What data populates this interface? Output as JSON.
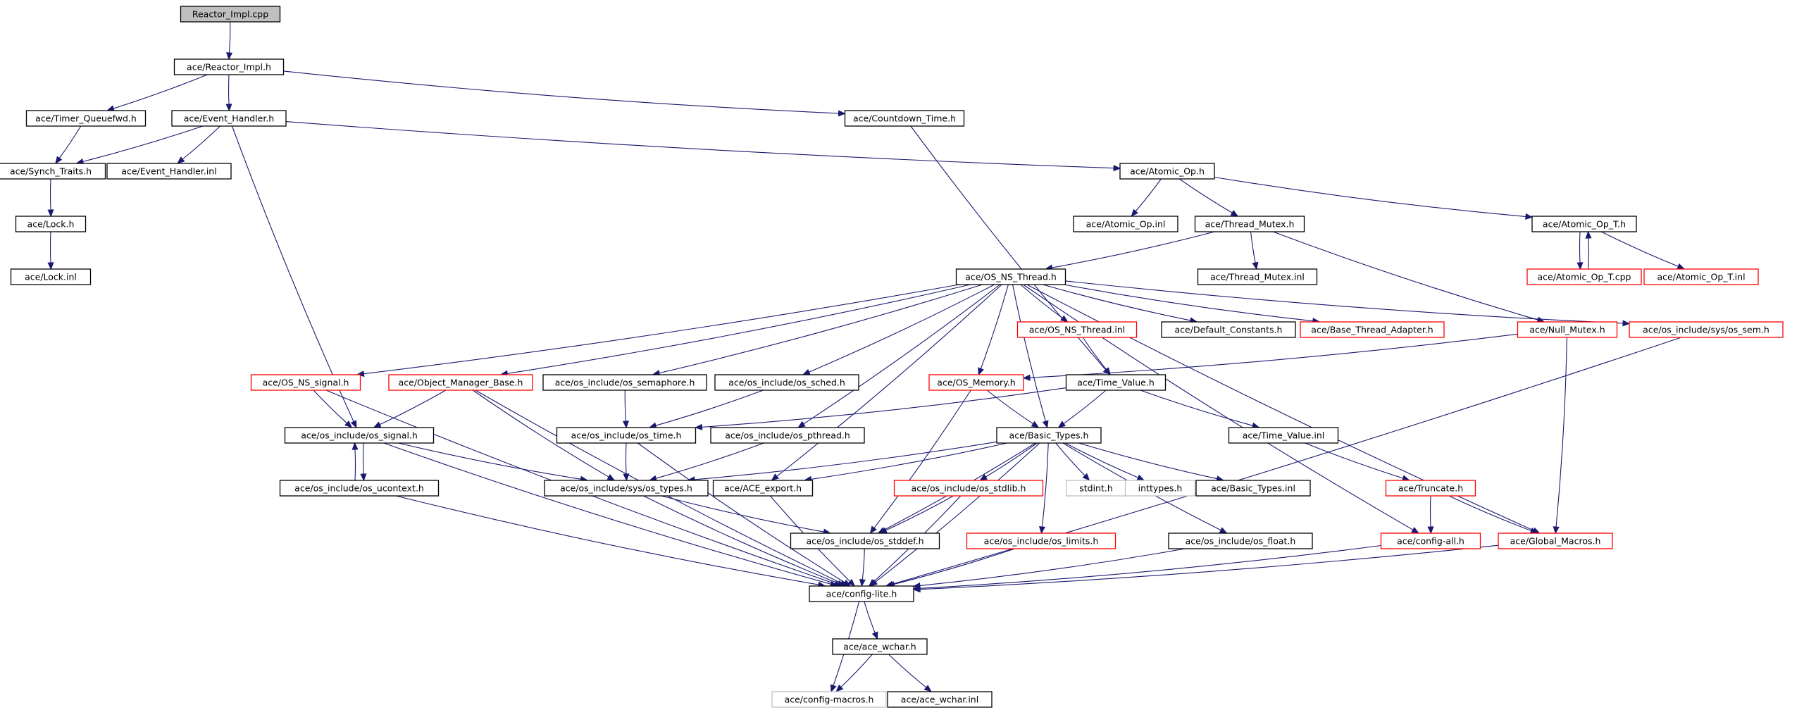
{
  "colors": {
    "edge": "#191970",
    "root_fill": "#bfbfbf",
    "normal_border": "#000000",
    "truncated_border": "#ff0000",
    "external_border": "#bfbfbf",
    "external_text": "#7f7f7f",
    "text": "#000000"
  },
  "nodes": [
    {
      "id": "reactor_impl_cpp",
      "label": "Reactor_Impl.cpp",
      "style": "root"
    },
    {
      "id": "reactor_impl_h",
      "label": "ace/Reactor_Impl.h",
      "style": "normal"
    },
    {
      "id": "timer_queuefwd_h",
      "label": "ace/Timer_Queuefwd.h",
      "style": "normal"
    },
    {
      "id": "event_handler_h",
      "label": "ace/Event_Handler.h",
      "style": "normal"
    },
    {
      "id": "countdown_time_h",
      "label": "ace/Countdown_Time.h",
      "style": "normal"
    },
    {
      "id": "synch_traits_h",
      "label": "ace/Synch_Traits.h",
      "style": "normal"
    },
    {
      "id": "event_handler_inl",
      "label": "ace/Event_Handler.inl",
      "style": "normal"
    },
    {
      "id": "atomic_op_h",
      "label": "ace/Atomic_Op.h",
      "style": "normal"
    },
    {
      "id": "lock_h",
      "label": "ace/Lock.h",
      "style": "normal"
    },
    {
      "id": "atomic_op_inl",
      "label": "ace/Atomic_Op.inl",
      "style": "normal"
    },
    {
      "id": "thread_mutex_h",
      "label": "ace/Thread_Mutex.h",
      "style": "normal"
    },
    {
      "id": "atomic_op_t_h",
      "label": "ace/Atomic_Op_T.h",
      "style": "normal"
    },
    {
      "id": "lock_inl",
      "label": "ace/Lock.inl",
      "style": "normal"
    },
    {
      "id": "os_ns_thread_h",
      "label": "ace/OS_NS_Thread.h",
      "style": "normal"
    },
    {
      "id": "thread_mutex_inl",
      "label": "ace/Thread_Mutex.inl",
      "style": "normal"
    },
    {
      "id": "atomic_op_t_cpp",
      "label": "ace/Atomic_Op_T.cpp",
      "style": "truncated"
    },
    {
      "id": "atomic_op_t_inl",
      "label": "ace/Atomic_Op_T.inl",
      "style": "truncated"
    },
    {
      "id": "os_ns_thread_inl",
      "label": "ace/OS_NS_Thread.inl",
      "style": "truncated"
    },
    {
      "id": "default_constants_h",
      "label": "ace/Default_Constants.h",
      "style": "normal"
    },
    {
      "id": "base_thread_adapter_h",
      "label": "ace/Base_Thread_Adapter.h",
      "style": "truncated"
    },
    {
      "id": "null_mutex_h",
      "label": "ace/Null_Mutex.h",
      "style": "truncated"
    },
    {
      "id": "os_include_sys_os_sem_h",
      "label": "ace/os_include/sys/os_sem.h",
      "style": "truncated"
    },
    {
      "id": "os_ns_signal_h",
      "label": "ace/OS_NS_signal.h",
      "style": "truncated"
    },
    {
      "id": "object_manager_base_h",
      "label": "ace/Object_Manager_Base.h",
      "style": "truncated"
    },
    {
      "id": "os_include_os_semaphore_h",
      "label": "ace/os_include/os_semaphore.h",
      "style": "normal"
    },
    {
      "id": "os_include_os_sched_h",
      "label": "ace/os_include/os_sched.h",
      "style": "normal"
    },
    {
      "id": "os_memory_h",
      "label": "ace/OS_Memory.h",
      "style": "truncated"
    },
    {
      "id": "time_value_h",
      "label": "ace/Time_Value.h",
      "style": "normal"
    },
    {
      "id": "os_include_os_signal_h",
      "label": "ace/os_include/os_signal.h",
      "style": "normal"
    },
    {
      "id": "os_include_os_time_h",
      "label": "ace/os_include/os_time.h",
      "style": "normal"
    },
    {
      "id": "os_include_os_pthread_h",
      "label": "ace/os_include/os_pthread.h",
      "style": "normal"
    },
    {
      "id": "basic_types_h",
      "label": "ace/Basic_Types.h",
      "style": "normal"
    },
    {
      "id": "time_value_inl",
      "label": "ace/Time_Value.inl",
      "style": "normal"
    },
    {
      "id": "os_include_os_ucontext_h",
      "label": "ace/os_include/os_ucontext.h",
      "style": "normal"
    },
    {
      "id": "os_include_sys_os_types_h",
      "label": "ace/os_include/sys/os_types.h",
      "style": "normal"
    },
    {
      "id": "ace_export_h",
      "label": "ace/ACE_export.h",
      "style": "normal"
    },
    {
      "id": "os_include_os_stdlib_h",
      "label": "ace/os_include/os_stdlib.h",
      "style": "truncated"
    },
    {
      "id": "stdint_h",
      "label": "stdint.h",
      "style": "external"
    },
    {
      "id": "inttypes_h",
      "label": "inttypes.h",
      "style": "external"
    },
    {
      "id": "basic_types_inl",
      "label": "ace/Basic_Types.inl",
      "style": "normal"
    },
    {
      "id": "truncate_h",
      "label": "ace/Truncate.h",
      "style": "truncated"
    },
    {
      "id": "os_include_os_stddef_h",
      "label": "ace/os_include/os_stddef.h",
      "style": "normal"
    },
    {
      "id": "os_include_os_limits_h",
      "label": "ace/os_include/os_limits.h",
      "style": "truncated"
    },
    {
      "id": "os_include_os_float_h",
      "label": "ace/os_include/os_float.h",
      "style": "normal"
    },
    {
      "id": "config_all_h",
      "label": "ace/config-all.h",
      "style": "truncated"
    },
    {
      "id": "global_macros_h",
      "label": "ace/Global_Macros.h",
      "style": "truncated"
    },
    {
      "id": "config_lite_h",
      "label": "ace/config-lite.h",
      "style": "normal"
    },
    {
      "id": "ace_wchar_h",
      "label": "ace/ace_wchar.h",
      "style": "normal"
    },
    {
      "id": "config_macros_h",
      "label": "ace/config-macros.h",
      "style": "external"
    },
    {
      "id": "ace_wchar_inl",
      "label": "ace/ace_wchar.inl",
      "style": "normal"
    }
  ],
  "edges": [
    [
      "reactor_impl_cpp",
      "reactor_impl_h"
    ],
    [
      "reactor_impl_h",
      "timer_queuefwd_h"
    ],
    [
      "reactor_impl_h",
      "event_handler_h"
    ],
    [
      "reactor_impl_h",
      "countdown_time_h"
    ],
    [
      "timer_queuefwd_h",
      "synch_traits_h"
    ],
    [
      "event_handler_h",
      "synch_traits_h"
    ],
    [
      "event_handler_h",
      "event_handler_inl"
    ],
    [
      "event_handler_h",
      "atomic_op_h"
    ],
    [
      "event_handler_h",
      "os_include_os_signal_h"
    ],
    [
      "synch_traits_h",
      "lock_h"
    ],
    [
      "lock_h",
      "lock_inl"
    ],
    [
      "countdown_time_h",
      "time_value_h"
    ],
    [
      "atomic_op_h",
      "atomic_op_inl"
    ],
    [
      "atomic_op_h",
      "thread_mutex_h"
    ],
    [
      "atomic_op_h",
      "atomic_op_t_h"
    ],
    [
      "atomic_op_t_h",
      "atomic_op_t_cpp"
    ],
    [
      "atomic_op_t_cpp",
      "atomic_op_t_h"
    ],
    [
      "atomic_op_t_h",
      "atomic_op_t_inl"
    ],
    [
      "thread_mutex_h",
      "os_ns_thread_h"
    ],
    [
      "thread_mutex_h",
      "thread_mutex_inl"
    ],
    [
      "thread_mutex_h",
      "null_mutex_h"
    ],
    [
      "os_ns_thread_h",
      "os_ns_signal_h"
    ],
    [
      "os_ns_thread_h",
      "object_manager_base_h"
    ],
    [
      "os_ns_thread_h",
      "os_include_os_semaphore_h"
    ],
    [
      "os_ns_thread_h",
      "os_include_os_sched_h"
    ],
    [
      "os_ns_thread_h",
      "os_include_os_pthread_h"
    ],
    [
      "os_ns_thread_h",
      "ace_export_h"
    ],
    [
      "os_ns_thread_h",
      "os_memory_h"
    ],
    [
      "os_ns_thread_h",
      "basic_types_h"
    ],
    [
      "os_ns_thread_h",
      "os_ns_thread_inl"
    ],
    [
      "os_ns_thread_h",
      "default_constants_h"
    ],
    [
      "os_ns_thread_h",
      "base_thread_adapter_h"
    ],
    [
      "os_ns_thread_h",
      "os_include_sys_os_sem_h"
    ],
    [
      "os_ns_thread_h",
      "config_all_h"
    ],
    [
      "os_ns_thread_h",
      "global_macros_h"
    ],
    [
      "os_ns_thread_inl",
      "time_value_h"
    ],
    [
      "null_mutex_h",
      "os_memory_h"
    ],
    [
      "null_mutex_h",
      "global_macros_h"
    ],
    [
      "os_include_sys_os_sem_h",
      "config_lite_h"
    ],
    [
      "os_ns_signal_h",
      "os_include_os_signal_h"
    ],
    [
      "os_ns_signal_h",
      "config_lite_h"
    ],
    [
      "object_manager_base_h",
      "os_include_os_signal_h"
    ],
    [
      "object_manager_base_h",
      "os_include_sys_os_types_h"
    ],
    [
      "object_manager_base_h",
      "config_lite_h"
    ],
    [
      "os_include_os_semaphore_h",
      "os_include_os_time_h"
    ],
    [
      "os_include_os_sched_h",
      "os_include_os_time_h"
    ],
    [
      "os_memory_h",
      "basic_types_h"
    ],
    [
      "os_memory_h",
      "os_include_os_stddef_h"
    ],
    [
      "time_value_h",
      "os_include_os_time_h"
    ],
    [
      "time_value_h",
      "basic_types_h"
    ],
    [
      "time_value_h",
      "time_value_inl"
    ],
    [
      "time_value_inl",
      "truncate_h"
    ],
    [
      "truncate_h",
      "config_all_h"
    ],
    [
      "truncate_h",
      "global_macros_h"
    ],
    [
      "os_include_os_signal_h",
      "os_include_os_ucontext_h"
    ],
    [
      "os_include_os_ucontext_h",
      "os_include_os_signal_h"
    ],
    [
      "os_include_os_signal_h",
      "os_include_sys_os_types_h"
    ],
    [
      "os_include_os_signal_h",
      "config_lite_h"
    ],
    [
      "os_include_os_ucontext_h",
      "config_lite_h"
    ],
    [
      "os_include_os_time_h",
      "os_include_sys_os_types_h"
    ],
    [
      "os_include_os_time_h",
      "config_lite_h"
    ],
    [
      "os_include_os_pthread_h",
      "os_include_sys_os_types_h"
    ],
    [
      "basic_types_h",
      "os_include_sys_os_types_h"
    ],
    [
      "basic_types_h",
      "ace_export_h"
    ],
    [
      "basic_types_h",
      "os_include_os_stddef_h"
    ],
    [
      "basic_types_h",
      "os_include_os_stdlib_h"
    ],
    [
      "basic_types_h",
      "os_include_os_limits_h"
    ],
    [
      "basic_types_h",
      "stdint_h"
    ],
    [
      "basic_types_h",
      "inttypes_h"
    ],
    [
      "basic_types_h",
      "basic_types_inl"
    ],
    [
      "basic_types_h",
      "os_include_os_float_h"
    ],
    [
      "basic_types_h",
      "config_lite_h"
    ],
    [
      "os_include_sys_os_types_h",
      "os_include_os_stddef_h"
    ],
    [
      "os_include_sys_os_types_h",
      "config_lite_h"
    ],
    [
      "ace_export_h",
      "config_lite_h"
    ],
    [
      "os_include_os_stdlib_h",
      "os_include_os_stddef_h"
    ],
    [
      "os_include_os_stdlib_h",
      "config_lite_h"
    ],
    [
      "os_include_os_stddef_h",
      "config_lite_h"
    ],
    [
      "os_include_os_limits_h",
      "config_lite_h"
    ],
    [
      "os_include_os_float_h",
      "config_lite_h"
    ],
    [
      "config_all_h",
      "config_lite_h"
    ],
    [
      "global_macros_h",
      "config_lite_h"
    ],
    [
      "config_lite_h",
      "config_macros_h"
    ],
    [
      "config_lite_h",
      "ace_wchar_h"
    ],
    [
      "ace_wchar_h",
      "config_macros_h"
    ],
    [
      "ace_wchar_h",
      "ace_wchar_inl"
    ]
  ]
}
